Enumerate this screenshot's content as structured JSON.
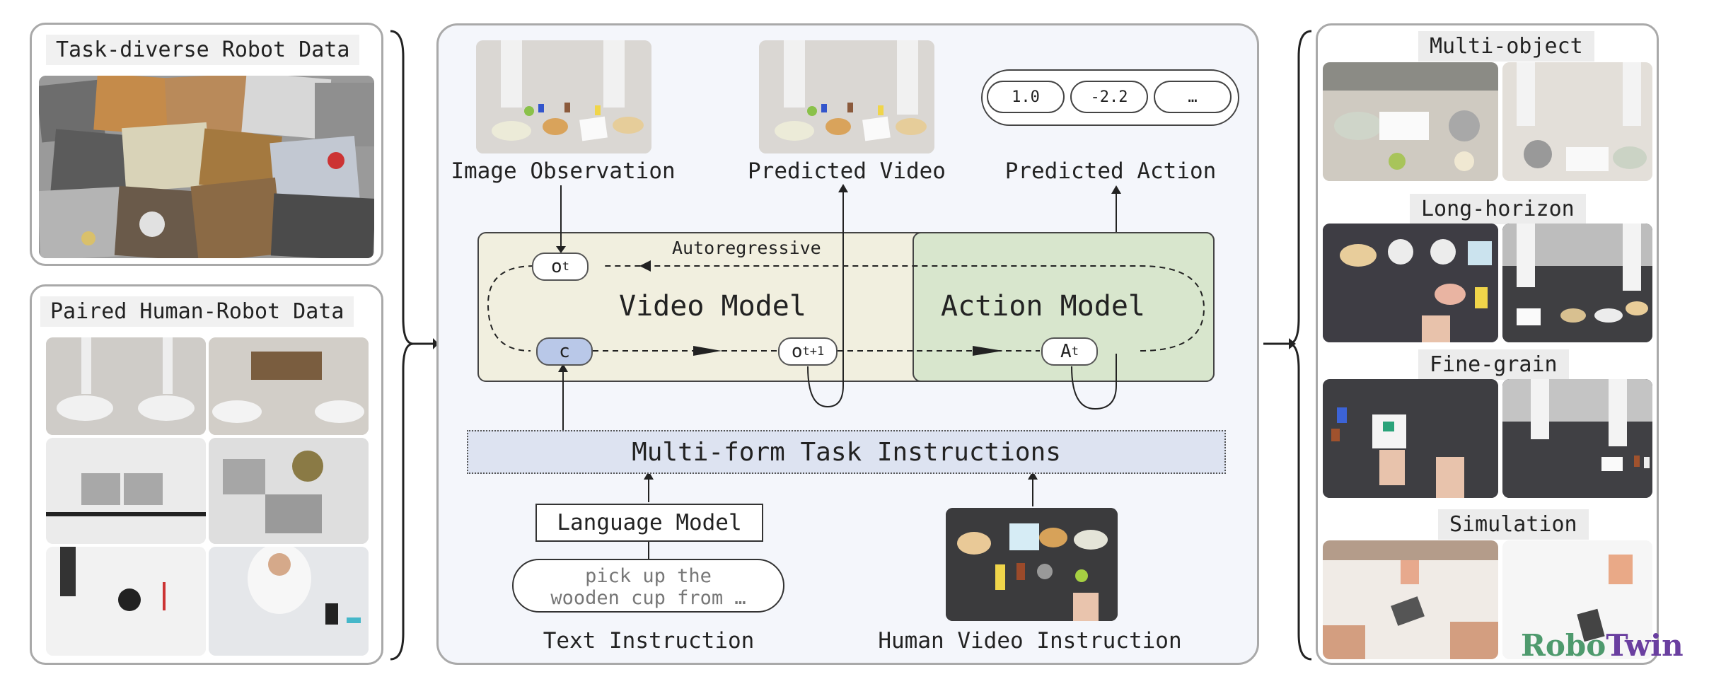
{
  "left": {
    "robot_data_title": "Task-diverse Robot Data",
    "paired_data_title": "Paired Human-Robot Data"
  },
  "center": {
    "image_observation": "Image Observation",
    "predicted_video": "Predicted Video",
    "predicted_action": "Predicted Action",
    "action_values": [
      "1.0",
      "-2.2",
      "…"
    ],
    "autoregressive": "Autoregressive",
    "video_model": "Video Model",
    "action_model": "Action Model",
    "node_ot": "o",
    "node_ot_sub": "t",
    "node_c": "c",
    "node_ot1": "o",
    "node_ot1_sub": "t+1",
    "node_at": "A",
    "node_at_sub": "t",
    "instructions": "Multi-form Task Instructions",
    "language_model": "Language Model",
    "text_prompt_line1": "pick up the",
    "text_prompt_line2": "wooden cup from …",
    "text_instruction": "Text Instruction",
    "human_video_instruction": "Human Video Instruction"
  },
  "right": {
    "multi_object": "Multi-object",
    "long_horizon": "Long-horizon",
    "fine_grain": "Fine-grain",
    "simulation": "Simulation",
    "robotwin_robo": "Robo",
    "robotwin_twin": "Twin"
  },
  "colors": {
    "video_model_bg": "#f1efdf",
    "action_model_bg": "#d8e6cd",
    "instructions_bg": "#dde3f1",
    "node_c_bg": "#b9c8e8",
    "robotwin_green": "#4e9a6d",
    "robotwin_purple": "#6a3fa0"
  }
}
